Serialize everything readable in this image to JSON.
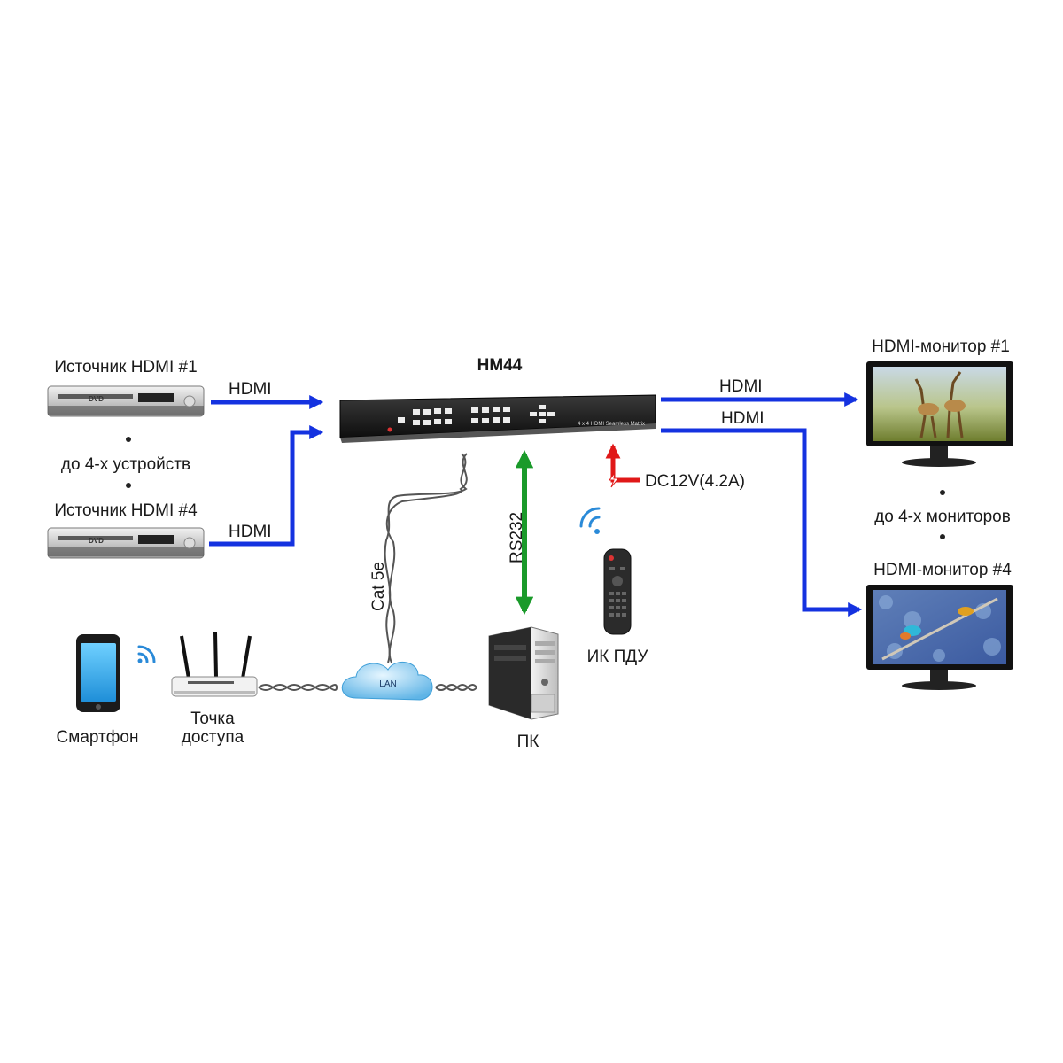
{
  "matrix": {
    "model": "HM44",
    "front_caption": "4 x 4 HDMI Seamless Matrix"
  },
  "sources": {
    "first": "Источник HDMI #1",
    "note": "до 4-х устройств",
    "last": "Источник HDMI #4",
    "dvd_badge": "DVD"
  },
  "monitors": {
    "first": "HDMI-монитор #1",
    "note": "до 4-х мониторов",
    "last": "HDMI-монитор #4"
  },
  "links": {
    "hdmi_in_1": "HDMI",
    "hdmi_in_4": "HDMI",
    "hdmi_out_1": "HDMI",
    "hdmi_out_4": "HDMI",
    "cat5e": "Cat 5e",
    "rs232": "RS232",
    "power": "DC12V(4.2A)",
    "lan": "LAN"
  },
  "devices": {
    "smartphone": "Смартфон",
    "access_point_line1": "Точка",
    "access_point_line2": "доступа",
    "pc": "ПК",
    "ir_remote": "ИК ПДУ"
  },
  "colors": {
    "hdmi_arrow": "#1432e0",
    "rs232_arrow": "#1a9a2a",
    "power_arrow": "#e01818"
  }
}
